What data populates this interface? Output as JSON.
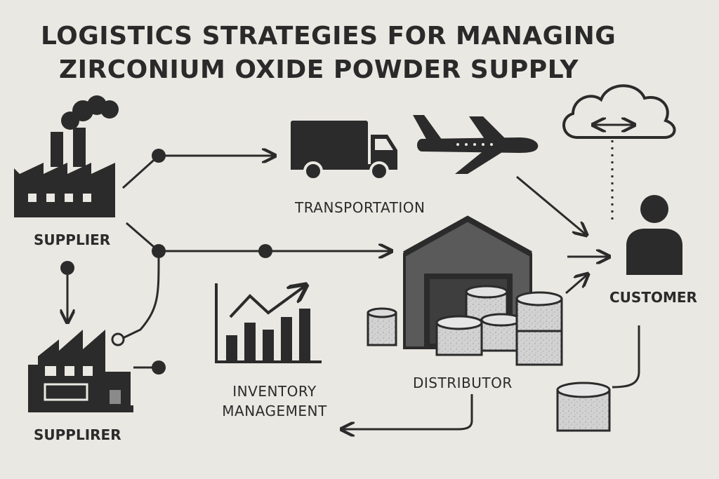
{
  "title": {
    "line1": "LOGISTICS STRATEGIES FOR MANAGING",
    "line2": "ZIRCONIUM OXIDE POWDER SUPPLY"
  },
  "nodes": {
    "supplier": "SUPPLIER",
    "supplier_secondary": "SUPPLIRER",
    "transportation": "TRANSPORTATION",
    "inventory_line1": "INVENTORY",
    "inventory_line2": "MANAGEMENT",
    "distributor": "DISTRIBUTOR",
    "customer": "CUSTOMER"
  },
  "colors": {
    "background": "#eae8e2",
    "ink": "#2b2b2b",
    "gray": "#8a8a8a",
    "light_gray": "#c8c8c8"
  },
  "icons": [
    "factory-icon",
    "factory-secondary-icon",
    "truck-icon",
    "airplane-icon",
    "cloud-sync-icon",
    "warehouse-icon",
    "powder-container-icon",
    "bar-chart-trend-icon",
    "customer-person-icon"
  ]
}
